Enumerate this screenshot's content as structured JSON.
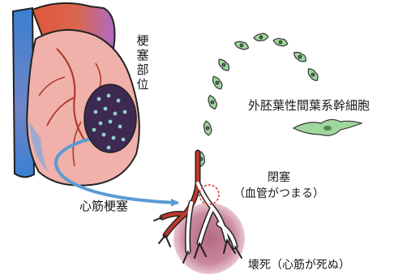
{
  "labels": {
    "infarct_site_chars": [
      "梗",
      "塞",
      "部",
      "位"
    ],
    "mesenchymal_cells": "外胚葉性間葉系幹細胞",
    "myocardial_infarction": "心筋梗塞",
    "occlusion_title": "閉塞",
    "occlusion_note": "（血管がつまる）",
    "necrosis": "壊死（心筋が死ぬ）"
  },
  "colors": {
    "heart_body": "#f0b1aa",
    "aorta": "#3b7fd0",
    "infarct_region": "#3d2952",
    "infarct_dots": "#8fd1c6",
    "arrow": "#5b9bd5",
    "vessel_red": "#c0392b",
    "vessel_white": "#ffffff",
    "stem_cell": "#9fd79d",
    "necrosis_zone": "#c77e94",
    "occlusion_ring": "#d64545"
  }
}
